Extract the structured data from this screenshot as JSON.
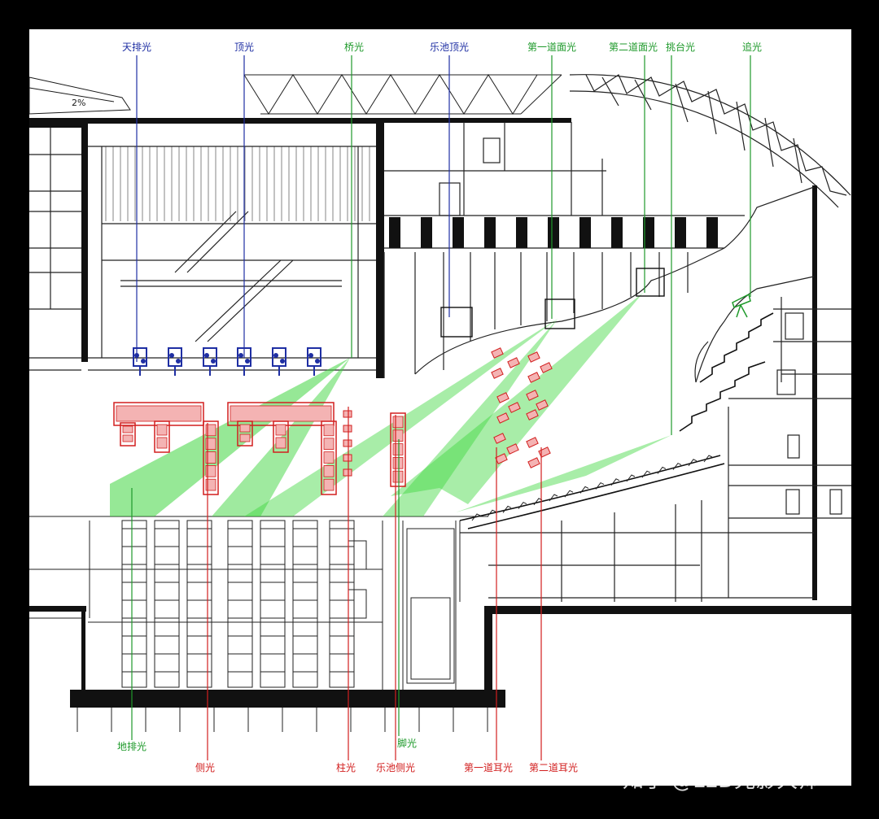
{
  "colors": {
    "blue": "#1f2fa3",
    "green": "#1f9a2b",
    "red": "#d21f1f",
    "beam": "#3fd63f",
    "drawing": "#1a1a1a"
  },
  "labels": {
    "top_blue": [
      "天排光",
      "顶光",
      "乐池顶光"
    ],
    "top_green": [
      "桥光",
      "第一道面光",
      "第二道面光",
      "挑台光",
      "追光"
    ],
    "bottom_green": [
      "地排光",
      "脚光"
    ],
    "bottom_red": [
      "侧光",
      "柱光",
      "乐池侧光",
      "第一道耳光",
      "第二道耳光"
    ]
  },
  "drawing": {
    "slope_mark": "2%"
  },
  "watermark": "知乎 @LED光影大师"
}
